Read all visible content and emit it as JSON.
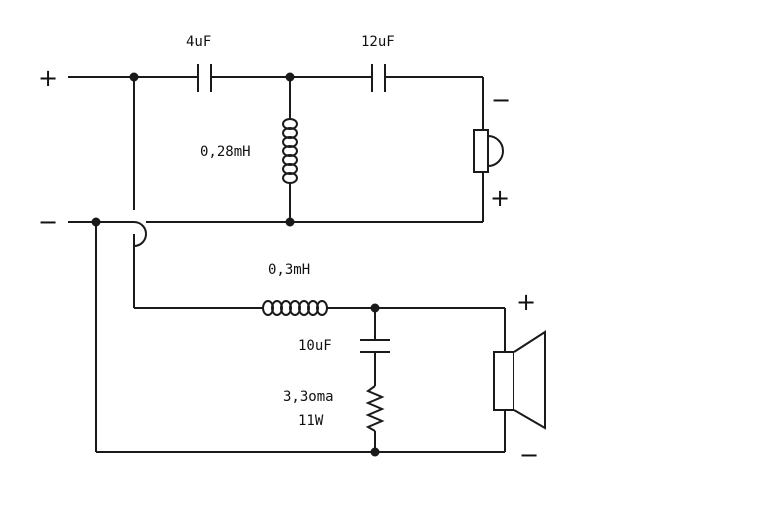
{
  "components": {
    "c_4uF": "4uF",
    "c_12uF": "12uF",
    "l_028mH": "0,28mH",
    "l_03mH": "0,3mH",
    "c_10uF": "10uF",
    "r_value": "3,3oma",
    "r_power": "11W"
  },
  "terminals": {
    "input_plus": "+",
    "input_minus": "−",
    "tweeter_minus": "−",
    "tweeter_plus": "+",
    "woofer_plus": "+",
    "woofer_minus": "−"
  },
  "colors": {
    "ink": "#1a1a1a",
    "background": "#ffffff"
  }
}
